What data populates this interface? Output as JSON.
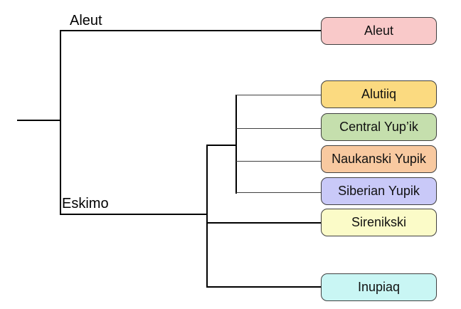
{
  "branches": {
    "aleut_label": "Aleut",
    "eskimo_label": "Eskimo"
  },
  "leaves": [
    {
      "id": "aleut",
      "label": "Aleut",
      "color": "#f9c9c9"
    },
    {
      "id": "alutiiq",
      "label": "Alutiiq",
      "color": "#fbda80"
    },
    {
      "id": "central-yupik",
      "label": "Central Yup’ik",
      "color": "#c5dfad"
    },
    {
      "id": "naukanski-yupik",
      "label": "Naukanski Yupik",
      "color": "#f8c9a0"
    },
    {
      "id": "siberian-yupik",
      "label": "Siberian Yupik",
      "color": "#c9c9f8"
    },
    {
      "id": "sirenikski",
      "label": "Sirenikski",
      "color": "#fbfbc8"
    },
    {
      "id": "inupiaq",
      "label": "Inupiaq",
      "color": "#c9f6f4"
    }
  ],
  "hierarchy": {
    "root": [
      {
        "branch": "Aleut",
        "children": [
          "Aleut"
        ]
      },
      {
        "branch": "Eskimo",
        "children": [
          {
            "children": [
              "Alutiiq",
              "Central Yup’ik",
              "Naukanski Yupik",
              "Siberian Yupik"
            ]
          },
          "Sirenikski",
          "Inupiaq"
        ]
      }
    ]
  },
  "colors": {
    "line": "#000000",
    "connector": "#404040",
    "box_border": "#404040",
    "background": "#ffffff",
    "text": "#000000"
  }
}
